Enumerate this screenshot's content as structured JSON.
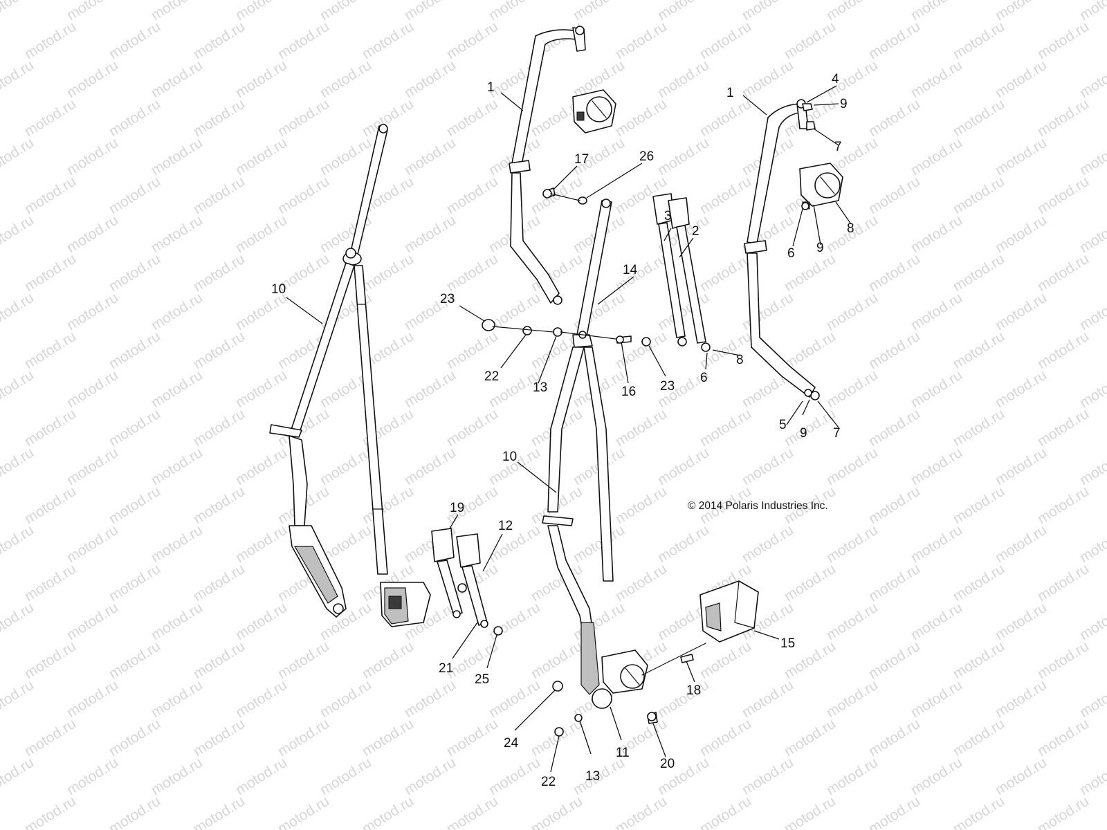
{
  "watermark": {
    "text": "motod.ru"
  },
  "copyright": "© 2014 Polaris Industries Inc.",
  "callouts": [
    {
      "id": "c1a",
      "label": "1"
    },
    {
      "id": "c1b",
      "label": "1"
    },
    {
      "id": "c2",
      "label": "2"
    },
    {
      "id": "c3",
      "label": "3"
    },
    {
      "id": "c4",
      "label": "4"
    },
    {
      "id": "c5",
      "label": "5"
    },
    {
      "id": "c6a",
      "label": "6"
    },
    {
      "id": "c6b",
      "label": "6"
    },
    {
      "id": "c7a",
      "label": "7"
    },
    {
      "id": "c7b",
      "label": "7"
    },
    {
      "id": "c8a",
      "label": "8"
    },
    {
      "id": "c8b",
      "label": "8"
    },
    {
      "id": "c9a",
      "label": "9"
    },
    {
      "id": "c9b",
      "label": "9"
    },
    {
      "id": "c9c",
      "label": "9"
    },
    {
      "id": "c10a",
      "label": "10"
    },
    {
      "id": "c10b",
      "label": "10"
    },
    {
      "id": "c11",
      "label": "11"
    },
    {
      "id": "c12",
      "label": "12"
    },
    {
      "id": "c13a",
      "label": "13"
    },
    {
      "id": "c13b",
      "label": "13"
    },
    {
      "id": "c14",
      "label": "14"
    },
    {
      "id": "c15",
      "label": "15"
    },
    {
      "id": "c16",
      "label": "16"
    },
    {
      "id": "c17",
      "label": "17"
    },
    {
      "id": "c18",
      "label": "18"
    },
    {
      "id": "c19",
      "label": "19"
    },
    {
      "id": "c20",
      "label": "20"
    },
    {
      "id": "c21",
      "label": "21"
    },
    {
      "id": "c22a",
      "label": "22"
    },
    {
      "id": "c22b",
      "label": "22"
    },
    {
      "id": "c23a",
      "label": "23"
    },
    {
      "id": "c23b",
      "label": "23"
    },
    {
      "id": "c24",
      "label": "24"
    },
    {
      "id": "c25",
      "label": "25"
    },
    {
      "id": "c26",
      "label": "26"
    }
  ]
}
